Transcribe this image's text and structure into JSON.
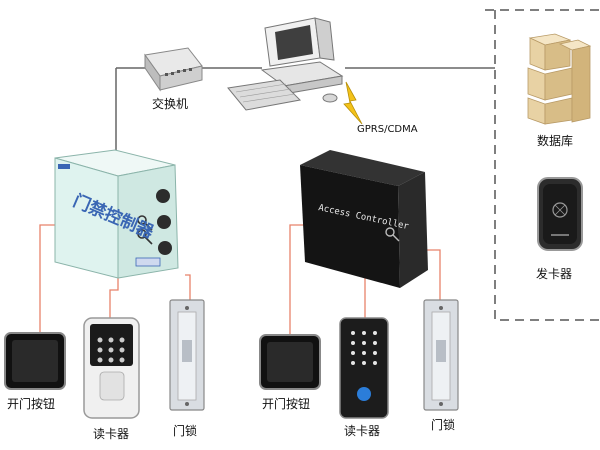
{
  "labels": {
    "switch": "交换机",
    "gprs": "GPRS/CDMA",
    "database": "数据库",
    "card_issuer": "发卡器",
    "left_exit_button": "开门按钮",
    "left_card_reader": "读卡器",
    "left_lock": "门锁",
    "right_exit_button": "开门按钮",
    "right_card_reader": "读卡器",
    "right_lock": "门锁",
    "access_controller_box": "门禁控制器",
    "access_controller_dark": "Access Controller"
  },
  "colors": {
    "network_line": "#666666",
    "wiring_line": "#e8826a",
    "dashed_border": "#555555",
    "left_box": "#dff3ef",
    "left_box_text": "#3a66b4",
    "dark_box": "#141414",
    "wireless": "#f3c21a"
  },
  "icons": {
    "switch": "network-switch-icon",
    "computer": "desktop-computer-icon",
    "database": "server-database-icon",
    "issuer": "card-issuer-icon",
    "exit_button": "exit-button-icon",
    "reader": "card-reader-icon",
    "lock": "electric-lock-icon"
  }
}
